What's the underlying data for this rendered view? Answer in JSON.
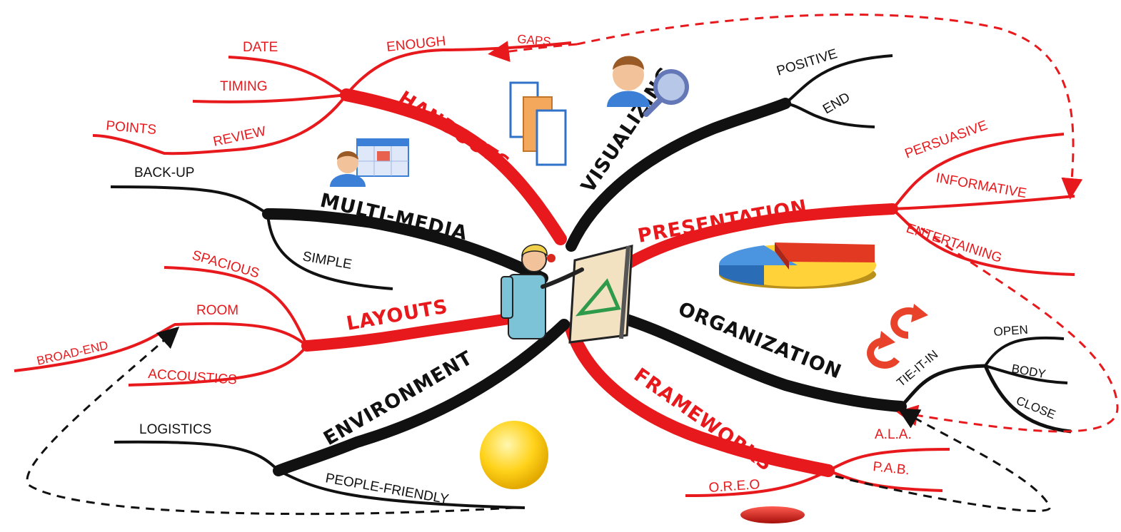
{
  "colors": {
    "red": "#e8191c",
    "black": "#111111",
    "background": "#ffffff"
  },
  "center": {
    "icon": "presenter-at-easel-icon"
  },
  "branches": {
    "handouts": {
      "label": "HANDOUTS",
      "color": "red",
      "icon": "documents-icon",
      "subs": {
        "enough": "ENOUGH",
        "gaps": "GAPS",
        "date": "DATE",
        "timing": "TIMING",
        "review": "REVIEW",
        "points": "POINTS"
      }
    },
    "visualizing": {
      "label": "VISUALIZING",
      "color": "black",
      "icon": "person-magnifier-icon",
      "subs": {
        "positive": "POSITIVE",
        "end": "END"
      }
    },
    "presentation": {
      "label": "PRESENTATION",
      "color": "red",
      "icon": "pie-chart-icon",
      "subs": {
        "persuasive": "PERSUASIVE",
        "informative": "INFORMATIVE",
        "entertaining": "ENTERTAINING"
      }
    },
    "organization": {
      "label": "ORGANIZATION",
      "color": "black",
      "icon": "refresh-arrows-icon",
      "subs": {
        "tie_it_in": "TIE-IT-IN",
        "open": "OPEN",
        "body": "BODY",
        "close": "CLOSE"
      }
    },
    "frameworks": {
      "label": "FRAMEWORKS",
      "color": "red",
      "icon": "red-ellipse-icon",
      "subs": {
        "ala": "A.L.A.",
        "pab": "P.A.B.",
        "oreo": "O.R.E.O"
      }
    },
    "environment": {
      "label": "ENVIRONMENT",
      "color": "black",
      "icon": "sun-icon",
      "subs": {
        "logistics": "LOGISTICS",
        "people_friendly": "PEOPLE-FRIENDLY"
      }
    },
    "layouts": {
      "label": "LAYOUTS",
      "color": "red",
      "subs": {
        "spacious": "SPACIOUS",
        "room": "ROOM",
        "broad_end": "BROAD-END",
        "accoustics": "ACCOUSTICS"
      }
    },
    "multimedia": {
      "label": "MULTI-MEDIA",
      "color": "black",
      "icon": "person-calendar-icon",
      "subs": {
        "back_up": "BACK-UP",
        "simple": "SIMPLE"
      }
    }
  }
}
